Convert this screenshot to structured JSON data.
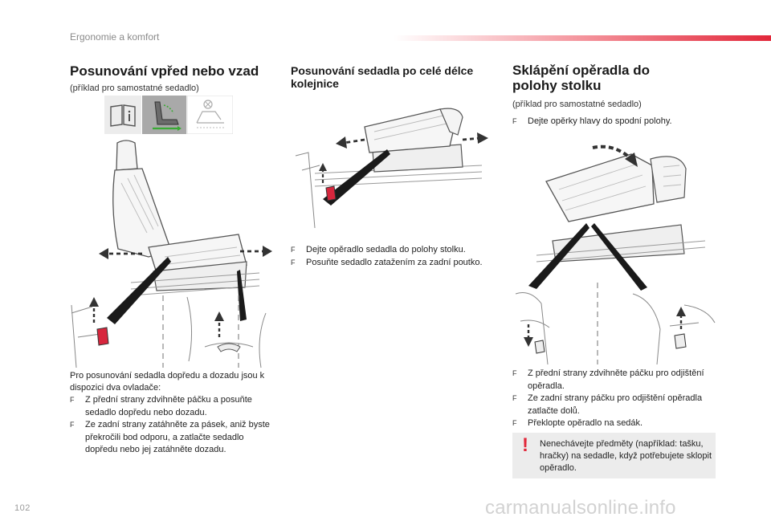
{
  "header": {
    "section": "Ergonomie a komfort",
    "page_number": "102",
    "watermark": "carmanualsonline.info"
  },
  "col1": {
    "title": "Posunování vpřed nebo vzad",
    "subtitle": "(příklad pro samostatné sedadlo)",
    "intro": "Pro posunování sedadla dopředu a dozadu jsou k dispozici dva ovladače:",
    "items": [
      "Z přední strany zdvihněte páčku a posuňte sedadlo dopředu nebo dozadu.",
      "Ze zadní strany zatáhněte za pásek, aniž byste překročili bod odporu, a zatlačte sedadlo dopředu nebo jej zatáhněte dozadu."
    ]
  },
  "col2": {
    "title": "Posunování sedadla po celé délce kolejnice",
    "items": [
      "Dejte opěradlo sedadla do polohy stolku.",
      "Posuňte sedadlo zatažením za zadní poutko."
    ]
  },
  "col3": {
    "title": "Sklápění opěradla do polohy stolku",
    "subtitle": "(příklad pro samostatné sedadlo)",
    "pre_items": [
      "Dejte opěrky hlavy do spodní polohy."
    ],
    "items": [
      "Z přední strany zdvihněte páčku pro odjištění opěradla.",
      "Ze zadní strany páčku pro odjištění opěradla zatlačte dolů.",
      "Překlopte opěradlo na sedák."
    ],
    "warning_mark": "!",
    "warning": "Nenechávejte předměty (například: tašku, hračky) na sedadle, když potřebujete sklopit opěradlo."
  },
  "bullet_glyph": "F",
  "colors": {
    "accent": "#e2273a",
    "icon_active_bg": "#a9a9a9",
    "icon_highlight": "#3aaa35",
    "warning_bg": "#ececec"
  }
}
